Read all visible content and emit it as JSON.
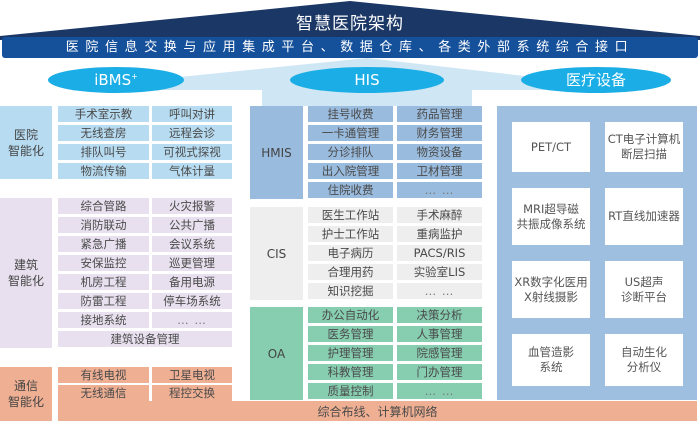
{
  "header": {
    "title": "智慧医院架构",
    "platform": "医院信息交换与应用集成平台、数据仓库、各类外部系统综合接口"
  },
  "columns": {
    "ibms": {
      "label": "iBMS",
      "sup": "+"
    },
    "his": {
      "label": "HIS"
    },
    "medical": {
      "label": "医疗设备"
    }
  },
  "colors": {
    "roof": "#1b3766",
    "platform": "#15509b",
    "oval": "#1baee6",
    "fan": "#cfe6f4",
    "hospital_intel": "#b7dcf2",
    "building_intel": "#e8e0ee",
    "comm_intel": "#efaf93",
    "hmis": "#99bbdd",
    "cis": "#eeeeee",
    "oa": "#87cdb0",
    "medical_panel": "#9ebfe0"
  },
  "ibms_groups": {
    "hospital": {
      "label_line1": "医院",
      "label_line2": "智能化",
      "cells": [
        "手术室示教",
        "呼叫对讲",
        "无线查房",
        "远程会诊",
        "排队叫号",
        "可视式探视",
        "物流传输",
        "气体计量"
      ]
    },
    "building": {
      "label_line1": "建筑",
      "label_line2": "智能化",
      "cells": [
        "综合管路",
        "火灾报警",
        "消防联动",
        "公共广播",
        "紧急广播",
        "会议系统",
        "安保监控",
        "巡更管理",
        "机房工程",
        "备用电源",
        "防雷工程",
        "停车场系统",
        "接地系统",
        "… …"
      ],
      "footer": "建筑设备管理"
    },
    "comm": {
      "label_line1": "通信",
      "label_line2": "智能化",
      "cells": [
        "有线电视",
        "卫星电视",
        "无线通信",
        "程控交换"
      ]
    }
  },
  "his_groups": {
    "hmis": {
      "label": "HMIS",
      "cells": [
        "挂号收费",
        "药品管理",
        "一卡通管理",
        "财务管理",
        "分诊排队",
        "物资设备",
        "出入院管理",
        "卫材管理",
        "住院收费",
        "… …"
      ]
    },
    "cis": {
      "label": "CIS",
      "cells": [
        "医生工作站",
        "手术麻醉",
        "护士工作站",
        "重病监护",
        "电子病历",
        "PACS/RIS",
        "合理用药",
        "实验室LIS",
        "知识挖掘",
        "… …"
      ]
    },
    "oa": {
      "label": "OA",
      "cells": [
        "办公自动化",
        "决策分析",
        "医务管理",
        "人事管理",
        "护理管理",
        "院感管理",
        "科教管理",
        "门办管理",
        "质量控制",
        "… …"
      ]
    }
  },
  "medical_devices": [
    "PET/CT",
    "CT电子计算机\n断层扫描",
    "MRI超导磁\n共振成像系统",
    "RT直线加速器",
    "XR数字化医用\nX射线摄影",
    "US超声\n诊断平台",
    "血管造影\n系统",
    "自动生化\n分析仪"
  ],
  "footer": {
    "network": "综合布线、计算机网络"
  }
}
